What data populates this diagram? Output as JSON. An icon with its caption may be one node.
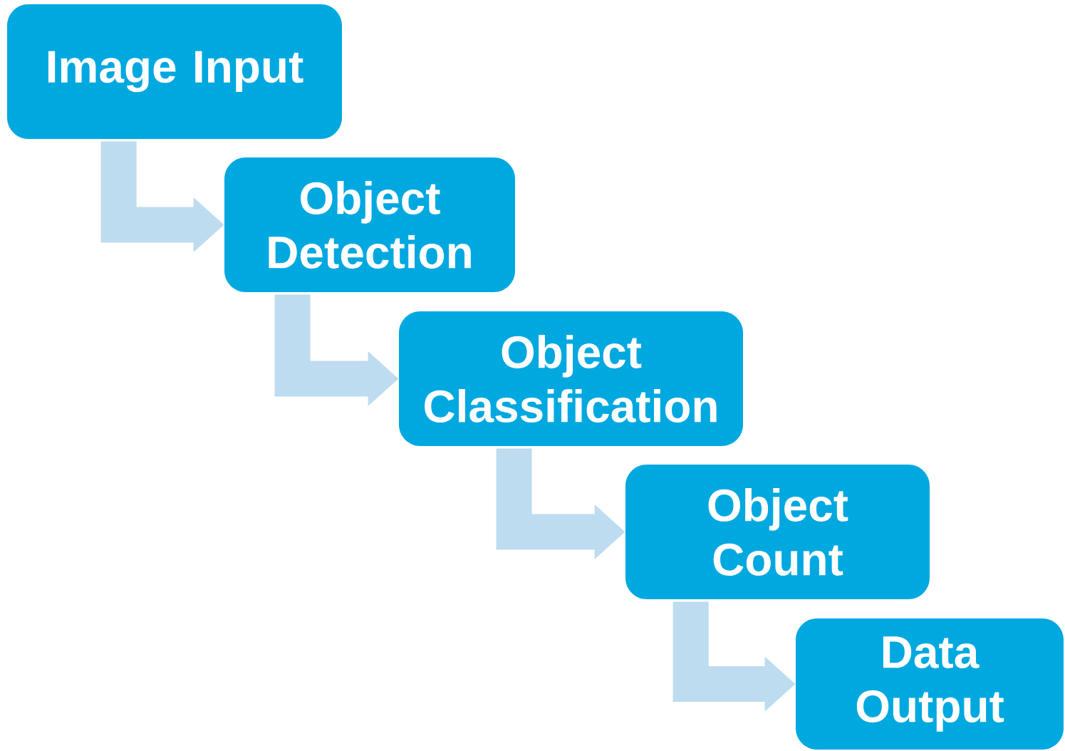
{
  "diagram": {
    "nodes": [
      {
        "text": [
          "Image Input"
        ]
      },
      {
        "text": [
          "Object Detection"
        ]
      },
      {
        "text": [
          "Object Classification"
        ]
      },
      {
        "text": [
          "Object Count"
        ]
      },
      {
        "text": [
          "Data Output"
        ]
      }
    ],
    "edges": [
      {
        "from": 0,
        "to": 1,
        "arrow": "to"
      },
      {
        "from": 1,
        "to": 2,
        "arrow": "to"
      },
      {
        "from": 2,
        "to": 3,
        "arrow": "to"
      },
      {
        "from": 3,
        "to": 4,
        "arrow": "to"
      }
    ]
  }
}
